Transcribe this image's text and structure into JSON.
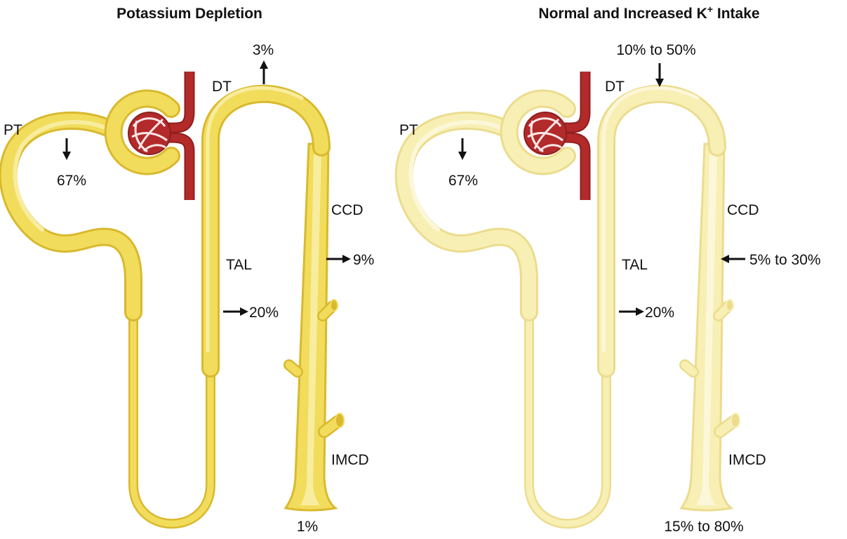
{
  "colors": {
    "vessel": "#b32a2a",
    "vessel_light": "#d96b63",
    "tube_depleted": "#f2dc5c",
    "tube_normal": "#f8efb4"
  },
  "left": {
    "title": "Potassium Depletion",
    "labels": {
      "PT": "PT",
      "DT": "DT",
      "TAL": "TAL",
      "CCD": "CCD",
      "IMCD": "IMCD"
    },
    "values": {
      "pt": "67%",
      "dt": "3%",
      "tal": "20%",
      "ccd": "9%",
      "urine": "1%"
    }
  },
  "right": {
    "title_prefix": "Normal and Increased K",
    "title_sup": "+",
    "title_suffix": " Intake",
    "labels": {
      "PT": "PT",
      "DT": "DT",
      "TAL": "TAL",
      "CCD": "CCD",
      "IMCD": "IMCD"
    },
    "values": {
      "pt": "67%",
      "dt": "10% to 50%",
      "tal": "20%",
      "ccd": "5% to 30%",
      "urine": "15% to 80%"
    }
  }
}
